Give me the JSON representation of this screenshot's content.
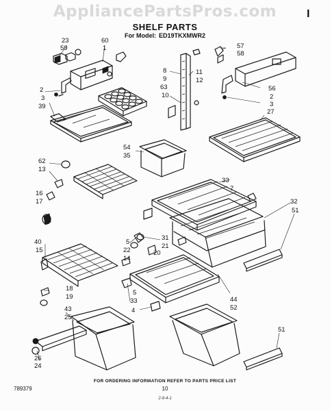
{
  "watermark": "AppliancePartsPros.com",
  "corner_mark": "I",
  "header": {
    "title": "SHELF PARTS",
    "model_label": "For Model:",
    "model_number": "ED19TKXMWR2"
  },
  "footer": {
    "note": "FOR ORDERING INFORMATION REFER TO PARTS PRICE LIST",
    "doc_number": "789379",
    "page_number": "10",
    "scribble": "2-9-4-1"
  },
  "callouts": [
    {
      "id": "c23",
      "label": "23"
    },
    {
      "id": "c59",
      "label": "59"
    },
    {
      "id": "c60",
      "label": "60"
    },
    {
      "id": "c1",
      "label": "1"
    },
    {
      "id": "c8",
      "label": "8"
    },
    {
      "id": "c9",
      "label": "9"
    },
    {
      "id": "c11",
      "label": "11"
    },
    {
      "id": "c12",
      "label": "12"
    },
    {
      "id": "c57",
      "label": "57"
    },
    {
      "id": "c58",
      "label": "58"
    },
    {
      "id": "c2a",
      "label": "2"
    },
    {
      "id": "c3a",
      "label": "3"
    },
    {
      "id": "c39",
      "label": "39"
    },
    {
      "id": "c63",
      "label": "63"
    },
    {
      "id": "c10",
      "label": "10"
    },
    {
      "id": "c56",
      "label": "56"
    },
    {
      "id": "c2b",
      "label": "2"
    },
    {
      "id": "c3b",
      "label": "3"
    },
    {
      "id": "c27",
      "label": "27"
    },
    {
      "id": "c54",
      "label": "54"
    },
    {
      "id": "c35",
      "label": "35"
    },
    {
      "id": "c62",
      "label": "62"
    },
    {
      "id": "c13",
      "label": "13"
    },
    {
      "id": "c33a",
      "label": "33"
    },
    {
      "id": "c7",
      "label": "7"
    },
    {
      "id": "c16",
      "label": "16"
    },
    {
      "id": "c17",
      "label": "17"
    },
    {
      "id": "c32",
      "label": "32"
    },
    {
      "id": "c51a",
      "label": "51"
    },
    {
      "id": "c5a",
      "label": "5"
    },
    {
      "id": "c31",
      "label": "31"
    },
    {
      "id": "c21",
      "label": "21"
    },
    {
      "id": "c22",
      "label": "22"
    },
    {
      "id": "c20",
      "label": "20"
    },
    {
      "id": "c14",
      "label": "14"
    },
    {
      "id": "c40",
      "label": "40"
    },
    {
      "id": "c15",
      "label": "15"
    },
    {
      "id": "c18",
      "label": "18"
    },
    {
      "id": "c19",
      "label": "19"
    },
    {
      "id": "c5b",
      "label": "5"
    },
    {
      "id": "c33b",
      "label": "33"
    },
    {
      "id": "c4",
      "label": "4"
    },
    {
      "id": "c44",
      "label": "44"
    },
    {
      "id": "c52",
      "label": "52"
    },
    {
      "id": "c43",
      "label": "43"
    },
    {
      "id": "c25",
      "label": "25"
    },
    {
      "id": "c51b",
      "label": "51"
    },
    {
      "id": "c26",
      "label": "26"
    },
    {
      "id": "c24",
      "label": "24"
    }
  ]
}
